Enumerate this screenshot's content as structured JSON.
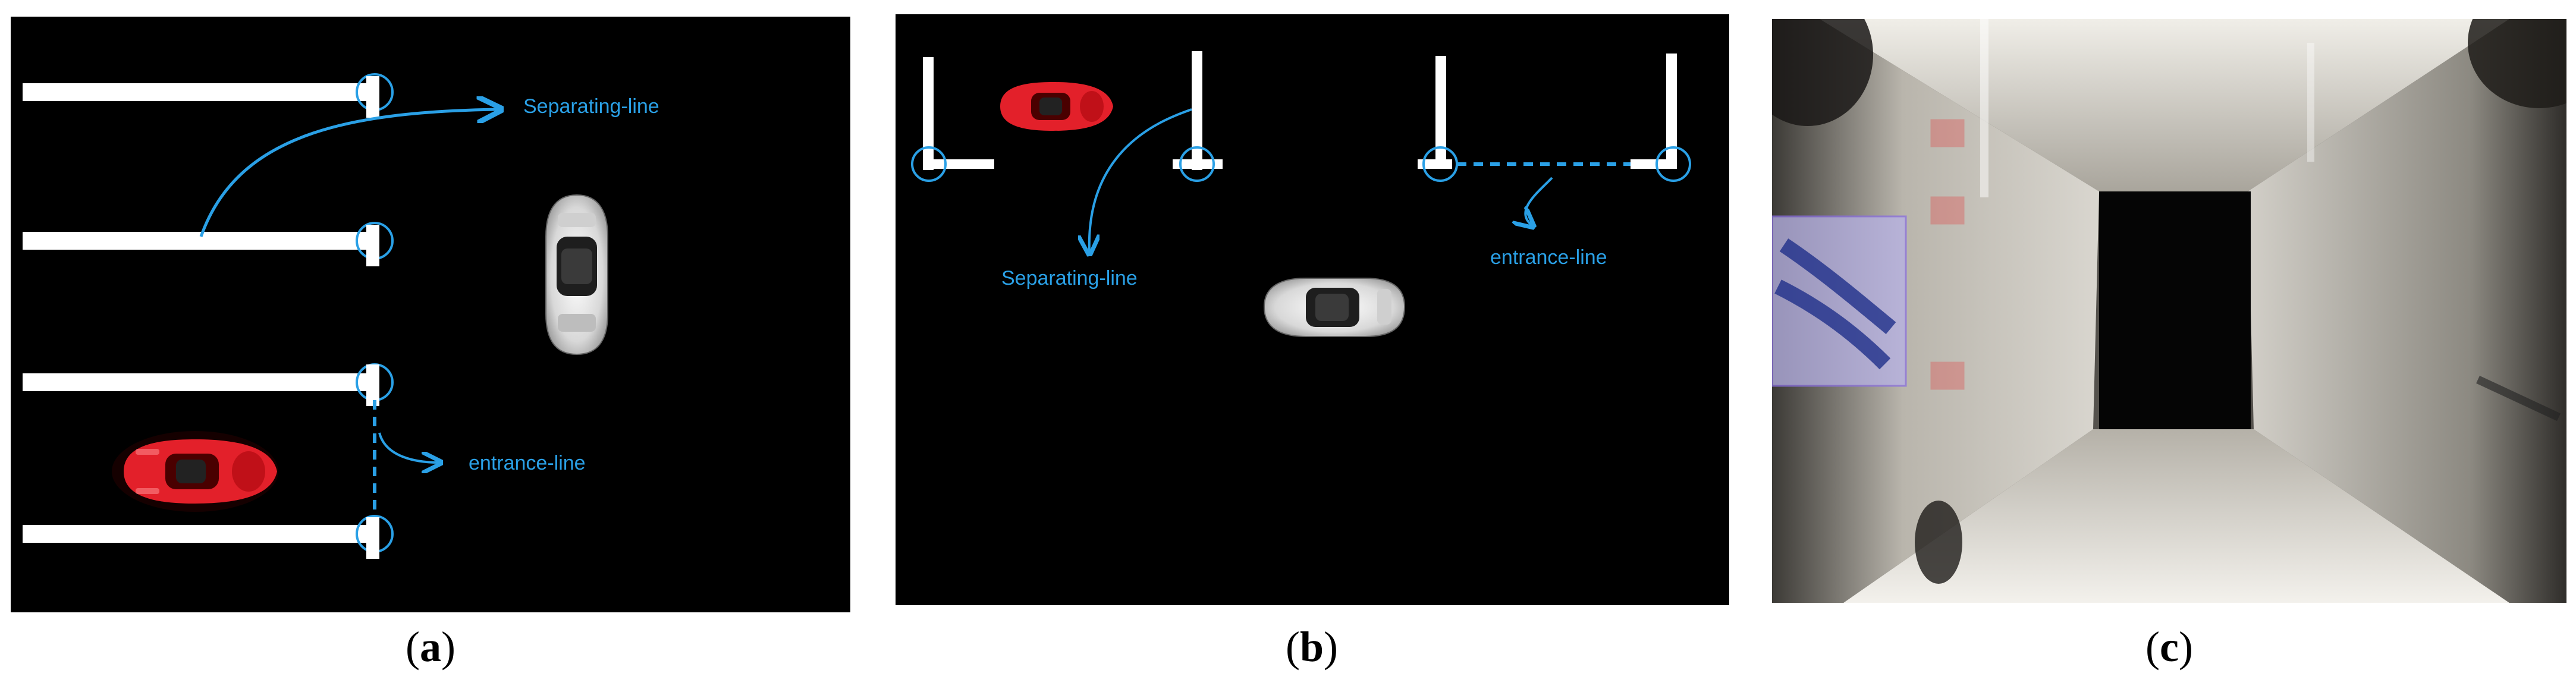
{
  "panels": {
    "a": {
      "separating_label": "Separating-line",
      "entrance_label": "entrance-line",
      "caption_letter": "a"
    },
    "b": {
      "separating_label": "Separating-line",
      "entrance_label": "entrance-line",
      "caption_letter": "b"
    },
    "c": {
      "caption_letter": "c"
    }
  },
  "colors": {
    "background": "#000000",
    "slot_line": "#ffffff",
    "annotation": "#2aa0e6",
    "red_car": "#e3202a",
    "white_car": "#e8e8e8",
    "detect_box": "#e24a4a",
    "purple_box": "#8a6fe0"
  },
  "icons": {
    "red_car": "red-car-icon",
    "white_car": "white-car-icon",
    "corner_marker": "circle-marker-icon"
  }
}
